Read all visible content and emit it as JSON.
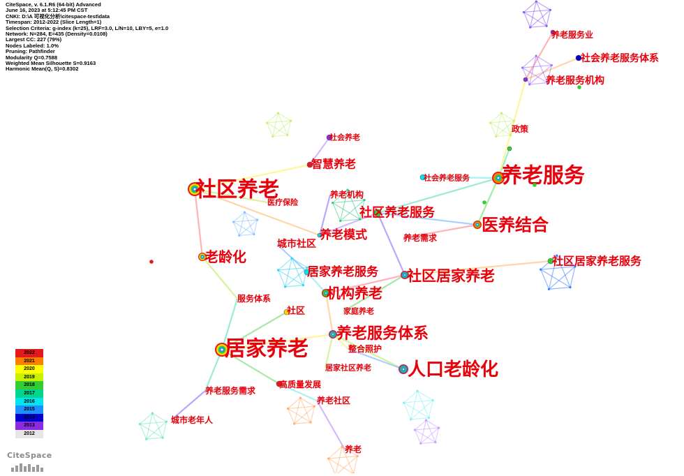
{
  "info_lines": [
    "CiteSpace, v. 6.1.R6 (64-bit) Advanced",
    "June 16, 2023 at 5:12:45 PM CST",
    "CNKI: D:\\A 可视化分析\\citespace-test\\data",
    "Timespan: 2012-2022 (Slice Length=1)",
    "Selection Criteria: g-index (k=25), LRF=3.0, L/N=10, LBY=5, e=1.0",
    "Network: N=284, E=435 (Density=0.0108)",
    "Largest CC: 227 (79%)",
    "Nodes Labeled: 1.0%",
    "Pruning: Pathfinder",
    "Modularity Q=0.7588",
    "Weighted Mean Silhouette S=0.9163",
    "Harmonic Mean(Q, S)=0.8302"
  ],
  "legend": [
    {
      "year": "2022",
      "color": "#e31a1c"
    },
    {
      "year": "2021",
      "color": "#ff7f00"
    },
    {
      "year": "2020",
      "color": "#ffff00"
    },
    {
      "year": "2019",
      "color": "#c8f000"
    },
    {
      "year": "2018",
      "color": "#33cc33"
    },
    {
      "year": "2017",
      "color": "#00d68f"
    },
    {
      "year": "2016",
      "color": "#00e5ee"
    },
    {
      "year": "2015",
      "color": "#1e90ff"
    },
    {
      "year": "2014",
      "color": "#0000cd"
    },
    {
      "year": "2013",
      "color": "#8a2be2"
    },
    {
      "year": "2012",
      "color": "#e6e6e6"
    }
  ],
  "logo_text": "CiteSpace",
  "keywords": [
    {
      "label": "社区养老",
      "size": 30
    },
    {
      "label": "养老服务",
      "size": 30
    },
    {
      "label": "居家养老",
      "size": 30
    },
    {
      "label": "人口老龄化",
      "size": 26
    },
    {
      "label": "医养结合",
      "size": 24
    },
    {
      "label": "养老服务体系",
      "size": 22
    },
    {
      "label": "社区居家养老",
      "size": 21
    },
    {
      "label": "机构养老",
      "size": 20
    },
    {
      "label": "社区养老服务",
      "size": 18
    },
    {
      "label": "老龄化",
      "size": 20
    },
    {
      "label": "居家养老服务",
      "size": 17
    },
    {
      "label": "养老模式",
      "size": 17
    },
    {
      "label": "智慧养老",
      "size": 16
    },
    {
      "label": "社区居家养老服务",
      "size": 16
    },
    {
      "label": "社会养老服务体系",
      "size": 14
    },
    {
      "label": "养老服务机构",
      "size": 14
    },
    {
      "label": "城市社区",
      "size": 14
    },
    {
      "label": "养老服务业",
      "size": 12
    },
    {
      "label": "养老机构",
      "size": 12
    },
    {
      "label": "政策",
      "size": 12
    },
    {
      "label": "社会养老",
      "size": 11
    },
    {
      "label": "社会养老服务",
      "size": 11
    },
    {
      "label": "医疗保险",
      "size": 11
    },
    {
      "label": "养老需求",
      "size": 12
    },
    {
      "label": "服务体系",
      "size": 12
    },
    {
      "label": "社区",
      "size": 13
    },
    {
      "label": "家庭养老",
      "size": 11
    },
    {
      "label": "整合照护",
      "size": 12
    },
    {
      "label": "居家社区养老",
      "size": 11
    },
    {
      "label": "高质量发展",
      "size": 12
    },
    {
      "label": "养老服务需求",
      "size": 12
    },
    {
      "label": "养老社区",
      "size": 12
    },
    {
      "label": "城市老年人",
      "size": 12
    },
    {
      "label": "养老",
      "size": 12
    }
  ]
}
